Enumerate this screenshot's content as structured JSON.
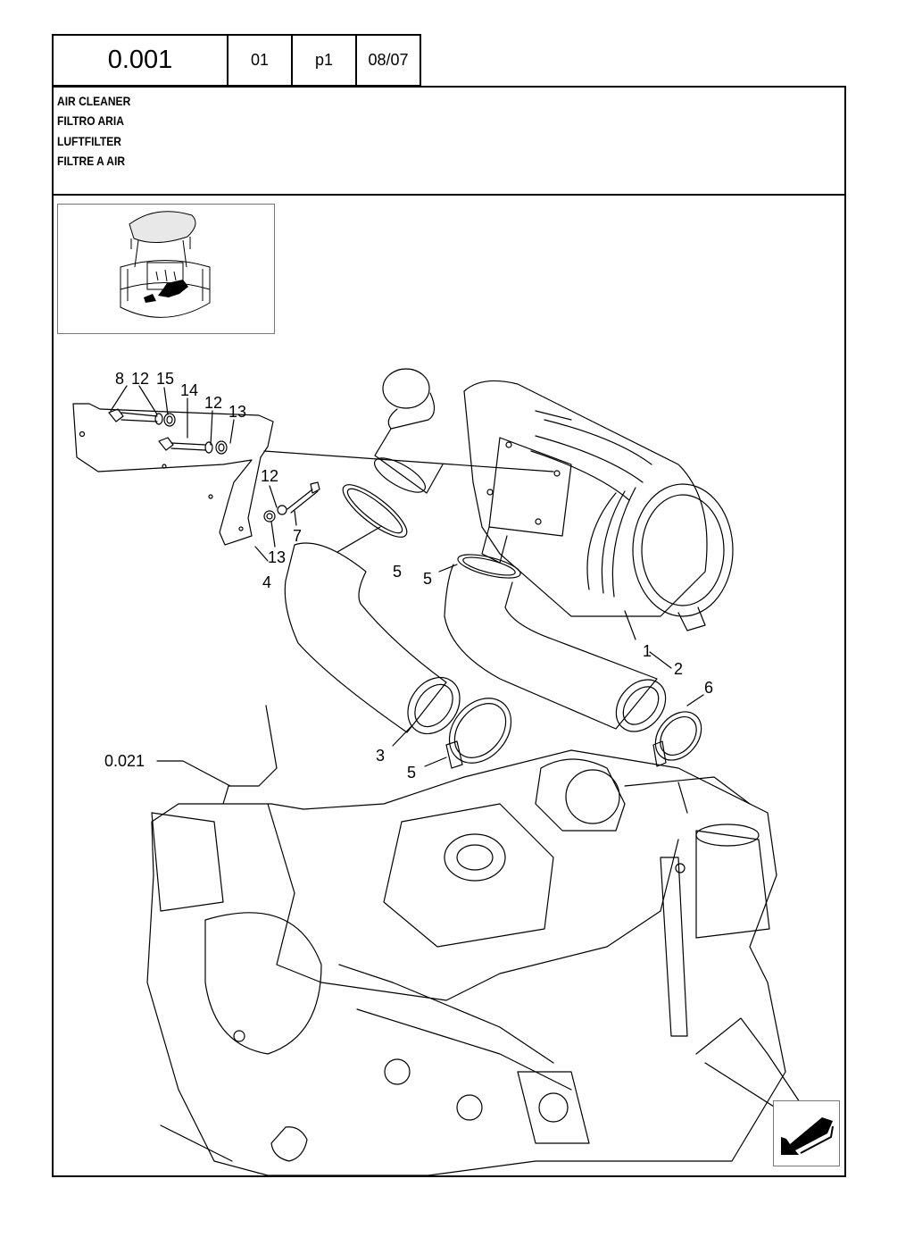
{
  "header": {
    "code": "0.001",
    "cells": [
      "01",
      "p1",
      "08/07"
    ]
  },
  "titles": [
    "AIR CLEANER",
    "FILTRO ARIA",
    "LUFTFILTER",
    "FILTRE A AIR"
  ],
  "callouts": {
    "c1": "1",
    "c2": "2",
    "c3": "3",
    "c4": "4",
    "c5a": "5",
    "c5b": "5",
    "c5c": "5",
    "c6": "6",
    "c7": "7",
    "c8": "8",
    "c12a": "12",
    "c12b": "12",
    "c12c": "12",
    "c13a": "13",
    "c13b": "13",
    "c14": "14",
    "c15": "15",
    "ref": "0.021"
  },
  "icons": {
    "location": "machine-location-thumbnail-icon",
    "next": "next-page-arrow-icon"
  }
}
